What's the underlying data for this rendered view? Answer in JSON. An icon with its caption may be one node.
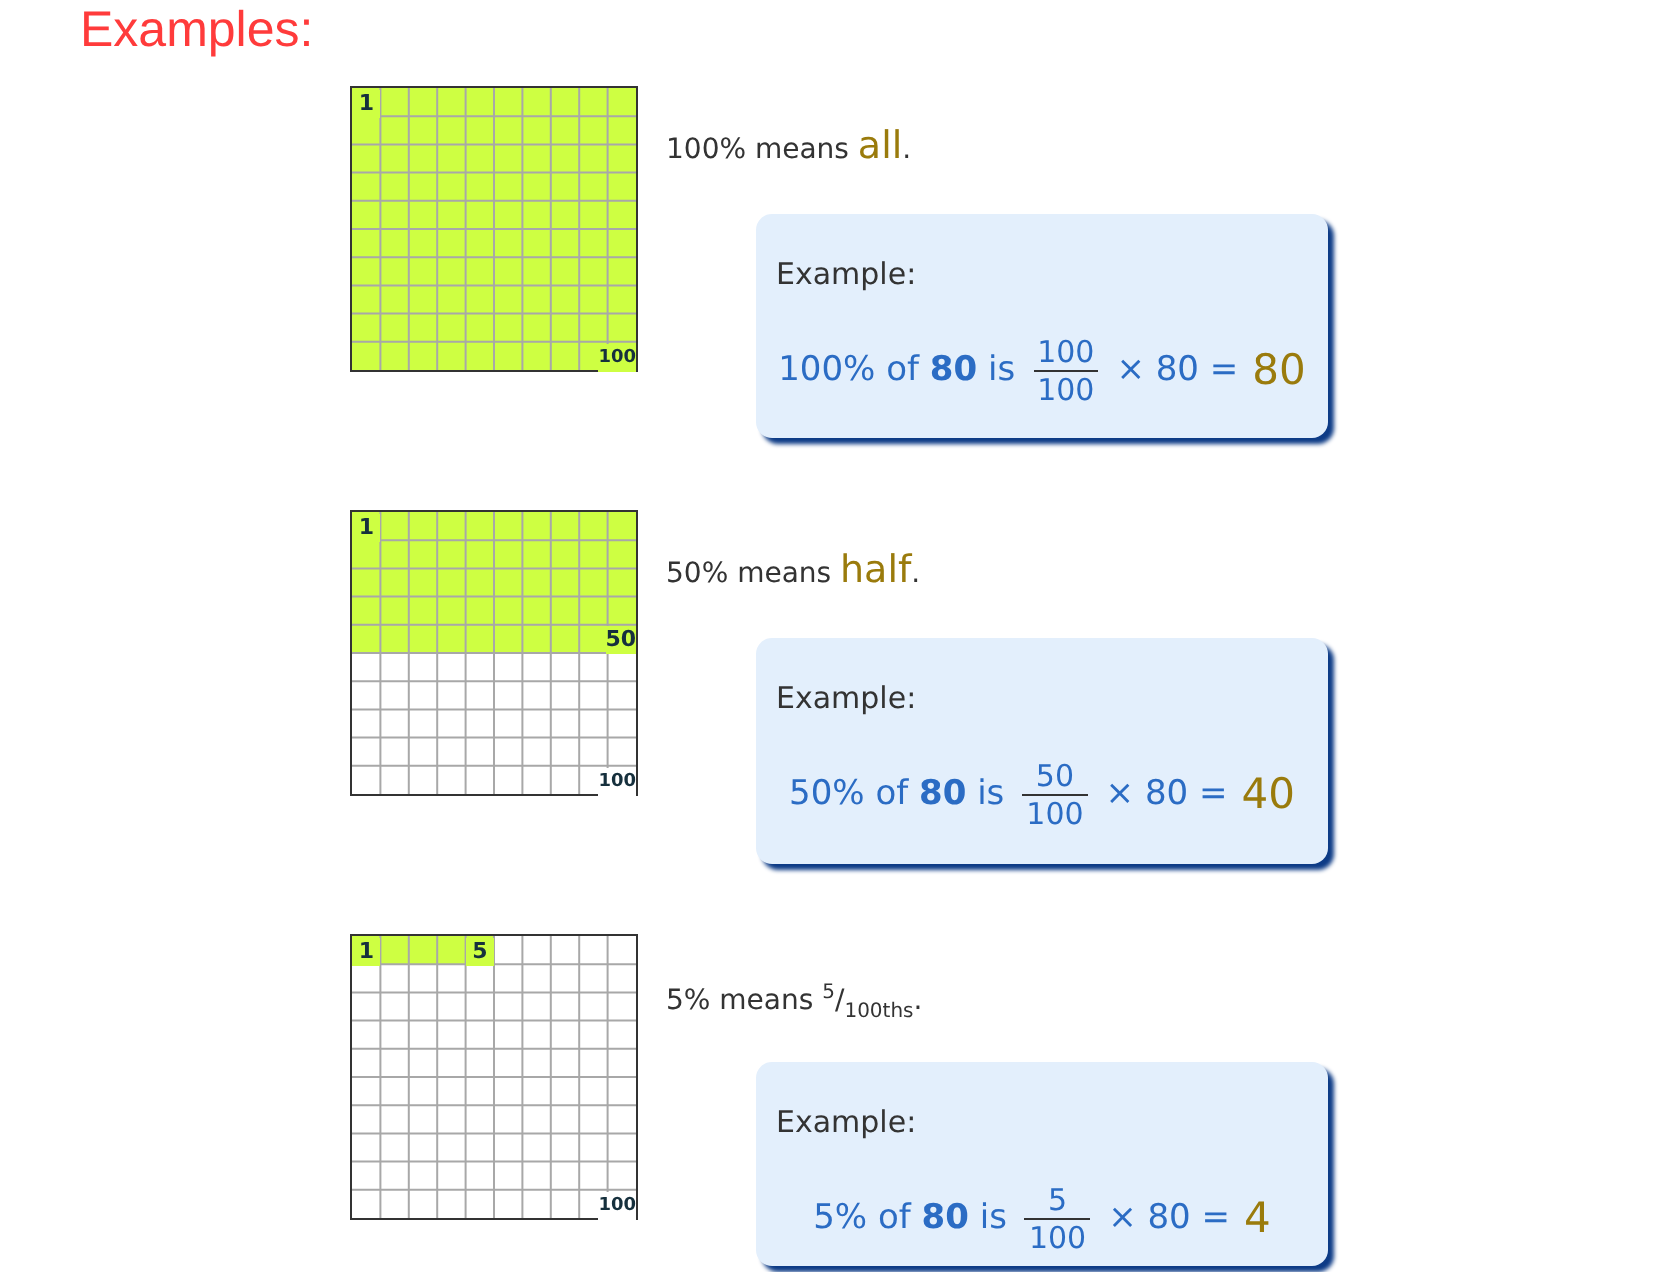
{
  "diagram": {
    "title": "Examples:",
    "nodes": [
      {
        "text": [
          "1",
          "100"
        ],
        "beside": [
          "100% means",
          "all",
          "."
        ]
      },
      {
        "text": [
          "Example:",
          "100% of **80** is",
          "100",
          "100",
          "× 80 =",
          "80"
        ]
      },
      {
        "text": [
          "1",
          "50",
          "100"
        ],
        "beside": [
          "50% means",
          "half",
          "."
        ]
      },
      {
        "text": [
          "Example:",
          "50% of **80** is",
          "50",
          "100",
          "× 80 =",
          "40"
        ]
      },
      {
        "text": [
          "1",
          "5",
          "100"
        ],
        "beside": [
          "5% means $^{5}$/$_{100ths}$."
        ]
      },
      {
        "text": [
          "Example:",
          "5% of **80** is",
          "5",
          "100",
          "× 80 =",
          "4"
        ]
      }
    ]
  }
}
